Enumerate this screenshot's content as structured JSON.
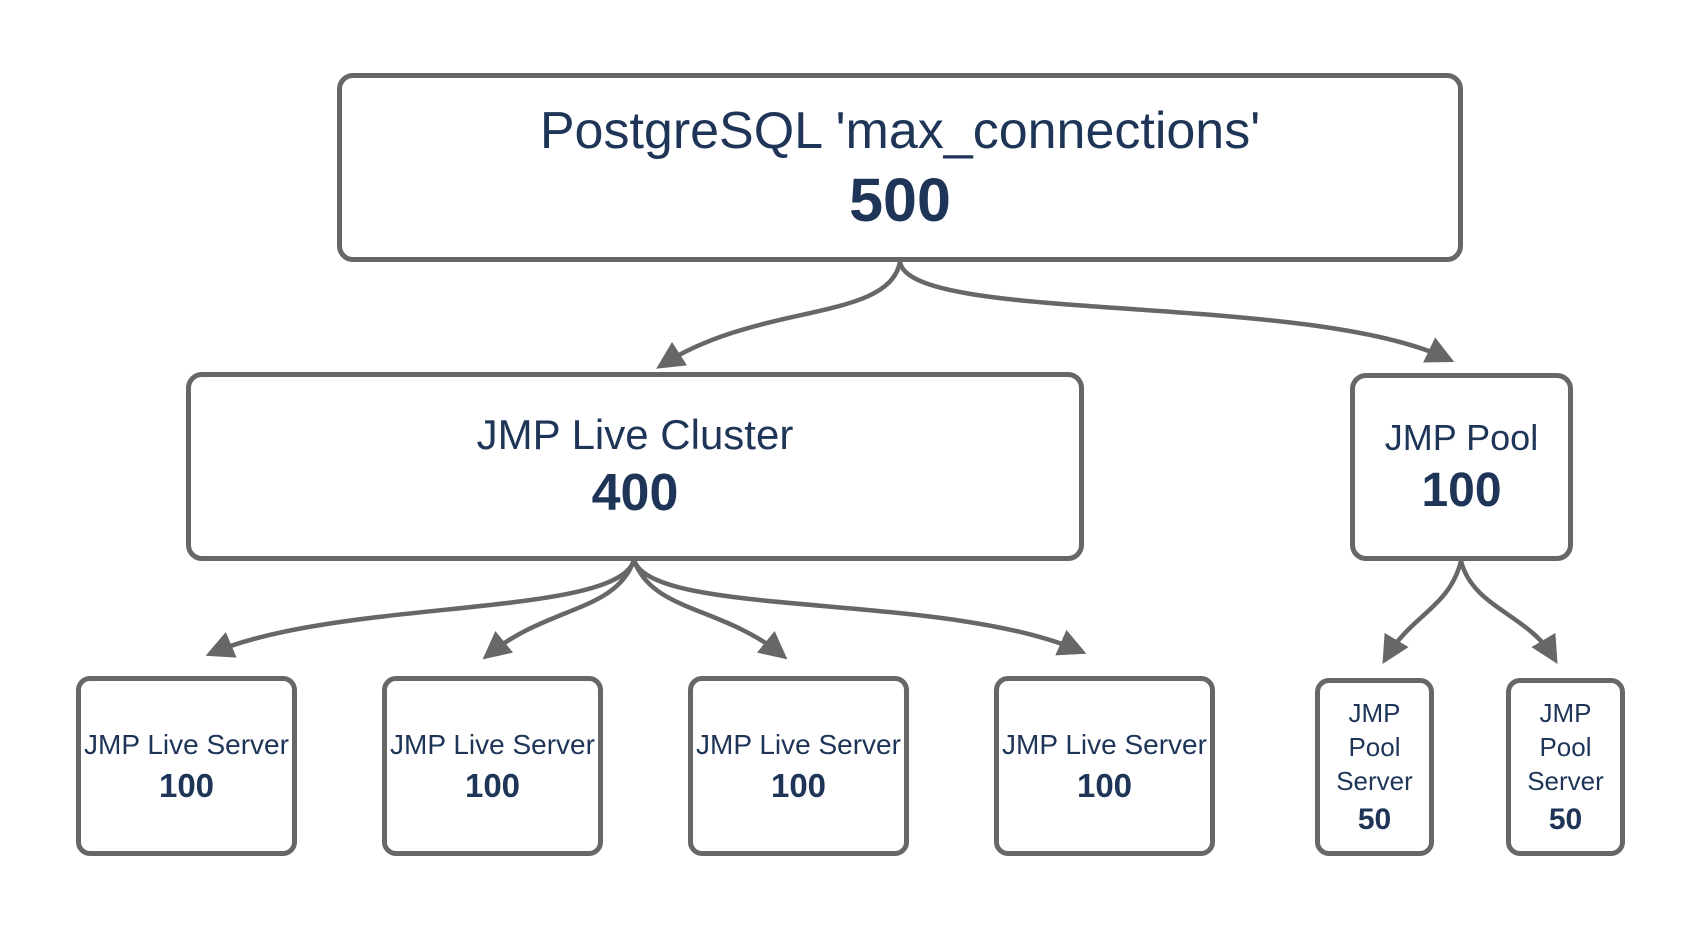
{
  "colors": {
    "bg": "#ffffff",
    "border": "#676767",
    "arrow": "#676767",
    "text": "#1e3557"
  },
  "nodes": {
    "root": {
      "label": "PostgreSQL 'max_connections'",
      "value": "500"
    },
    "cluster": {
      "label": "JMP Live Cluster",
      "value": "400"
    },
    "pool": {
      "label": "JMP Pool",
      "value": "100"
    },
    "server1": {
      "label": "JMP Live Server",
      "value": "100"
    },
    "server2": {
      "label": "JMP Live Server",
      "value": "100"
    },
    "server3": {
      "label": "JMP Live Server",
      "value": "100"
    },
    "server4": {
      "label": "JMP Live Server",
      "value": "100"
    },
    "poolServer1": {
      "label": "JMP Pool Server",
      "value": "50"
    },
    "poolServer2": {
      "label": "JMP Pool Server",
      "value": "50"
    }
  },
  "edges": [
    {
      "from": "root",
      "to": "cluster"
    },
    {
      "from": "root",
      "to": "pool"
    },
    {
      "from": "cluster",
      "to": "server1"
    },
    {
      "from": "cluster",
      "to": "server2"
    },
    {
      "from": "cluster",
      "to": "server3"
    },
    {
      "from": "cluster",
      "to": "server4"
    },
    {
      "from": "pool",
      "to": "poolServer1"
    },
    {
      "from": "pool",
      "to": "poolServer2"
    }
  ]
}
